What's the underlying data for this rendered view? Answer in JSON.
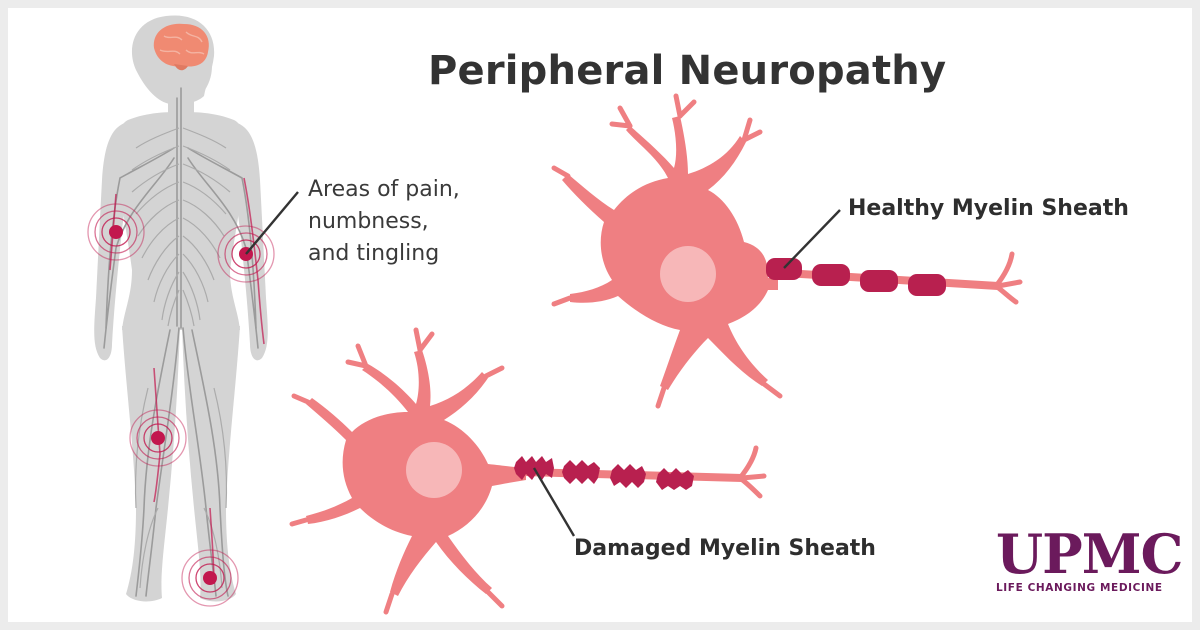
{
  "title": "Peripheral Neuropathy",
  "callout": {
    "lines": [
      "Areas of pain,",
      "numbness,",
      "and tingling"
    ]
  },
  "labels": {
    "healthy": "Healthy Myelin Sheath",
    "damaged": "Damaged Myelin Sheath"
  },
  "logo": {
    "mark": "UPMC",
    "tagline": "LIFE CHANGING MEDICINE"
  },
  "colors": {
    "title_text": "#333333",
    "neuron": "#ef7f82",
    "neuron_nucleus": "#f7b7b8",
    "myelin": "#b8204f",
    "pain_marker": "#c2174e",
    "body": "#d4d4d4",
    "nerves": "#9b9b9b",
    "brain": "#f08a72",
    "brand": "#6b1a5c"
  },
  "icons": {
    "body": "human-body-nervous-system-icon",
    "brain": "brain-icon",
    "pain": "pain-target-icon",
    "healthy_neuron": "healthy-neuron-icon",
    "damaged_neuron": "damaged-neuron-icon"
  }
}
